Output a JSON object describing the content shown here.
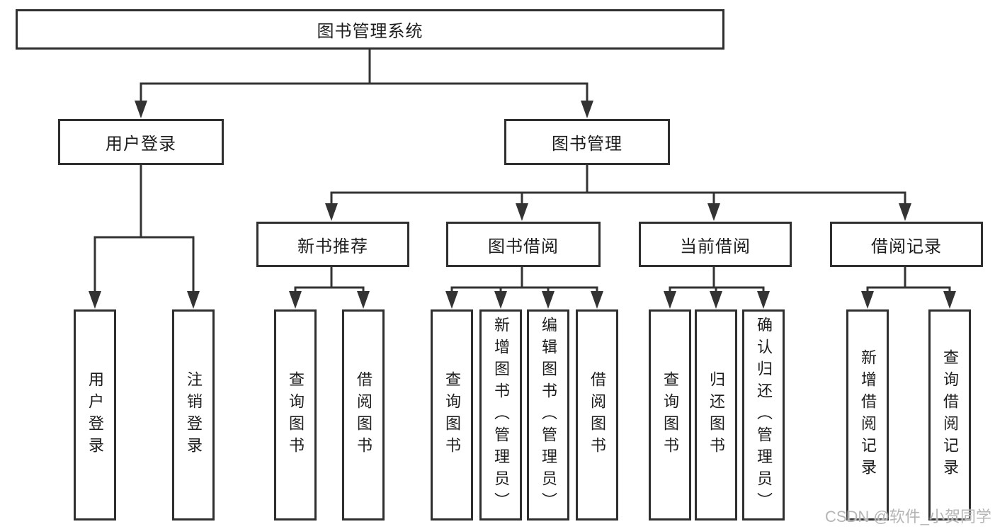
{
  "diagram": {
    "root": {
      "label": "图书管理系统"
    },
    "branches": [
      {
        "label": "用户登录",
        "leaves": [
          {
            "label": "用户登录"
          },
          {
            "label": "注销登录"
          }
        ]
      },
      {
        "label": "图书管理",
        "children": [
          {
            "label": "新书推荐",
            "leaves": [
              {
                "label": "查询图书"
              },
              {
                "label": "借阅图书"
              }
            ]
          },
          {
            "label": "图书借阅",
            "leaves": [
              {
                "label": "查询图书"
              },
              {
                "label": "新增图书（管理员）"
              },
              {
                "label": "编辑图书（管理员）"
              },
              {
                "label": "借阅图书"
              }
            ]
          },
          {
            "label": "当前借阅",
            "leaves": [
              {
                "label": "查询图书"
              },
              {
                "label": "归还图书"
              },
              {
                "label": "确认归还（管理员）"
              }
            ]
          },
          {
            "label": "借阅记录",
            "leaves": [
              {
                "label": "新增借阅记录"
              },
              {
                "label": "查询借阅记录"
              }
            ]
          }
        ]
      }
    ]
  },
  "watermark": {
    "text": "CSDN @软件_小贺同学"
  },
  "colors": {
    "background": "#ffffff",
    "line": "#333333",
    "box_border": "#2f2f2f",
    "text": "#1d1d1d",
    "watermark": "#b5b5b5"
  }
}
